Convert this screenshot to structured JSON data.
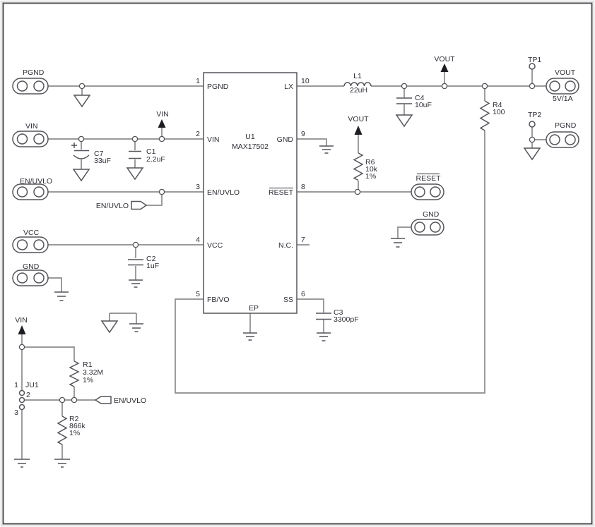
{
  "palette": {
    "wire": "#8c8c8c",
    "symbol": "#54545a",
    "text": "#2d2d35",
    "net_arrow": "#1d1d22",
    "border": "#4f4f55"
  },
  "ic": {
    "ref": "U1",
    "part": "MAX17502",
    "pins_left": [
      {
        "num": "1",
        "name": "PGND"
      },
      {
        "num": "2",
        "name": "VIN"
      },
      {
        "num": "3",
        "name": "EN/UVLO"
      },
      {
        "num": "4",
        "name": "VCC"
      },
      {
        "num": "5",
        "name": "FB/VO"
      }
    ],
    "pins_right": [
      {
        "num": "10",
        "name": "LX"
      },
      {
        "num": "9",
        "name": "GND"
      },
      {
        "num": "8",
        "name": "RESET"
      },
      {
        "num": "7",
        "name": "N.C."
      },
      {
        "num": "6",
        "name": "SS"
      }
    ],
    "ep": "EP"
  },
  "connectors": {
    "pgnd_in": "PGND",
    "vin": "VIN",
    "en_uvlo": "EN/UVLO",
    "vcc": "VCC",
    "gnd_in": "GND",
    "reset": "RESET",
    "gnd_out": "GND",
    "vout": "VOUT",
    "vout_rating": "5V/1A",
    "pgnd_out": "PGND"
  },
  "components": {
    "c7": {
      "ref": "C7",
      "value": "33uF"
    },
    "c1": {
      "ref": "C1",
      "value": "2.2uF"
    },
    "c2": {
      "ref": "C2",
      "value": "1uF"
    },
    "c3": {
      "ref": "C3",
      "value": "3300pF"
    },
    "c4": {
      "ref": "C4",
      "value": "10uF"
    },
    "l1": {
      "ref": "L1",
      "value": "22uH"
    },
    "r1": {
      "ref": "R1",
      "value": "3.32M",
      "tolerance": "1%"
    },
    "r2": {
      "ref": "R2",
      "value": "866k",
      "tolerance": "1%"
    },
    "r4": {
      "ref": "R4",
      "value": "100"
    },
    "r6": {
      "ref": "R6",
      "value": "10k",
      "tolerance": "1%"
    }
  },
  "jumper": {
    "ref": "JU1",
    "pin1": "1",
    "pin2": "2",
    "pin3": "3"
  },
  "net_labels": {
    "vin_top": "VIN",
    "vin_bottom": "VIN",
    "vout_lx": "VOUT",
    "vout_r6": "VOUT",
    "en_uvlo_tag_top": "EN/UVLO",
    "en_uvlo_tag_bottom": "EN/UVLO"
  },
  "test_points": {
    "tp1": "TP1",
    "tp2": "TP2"
  }
}
